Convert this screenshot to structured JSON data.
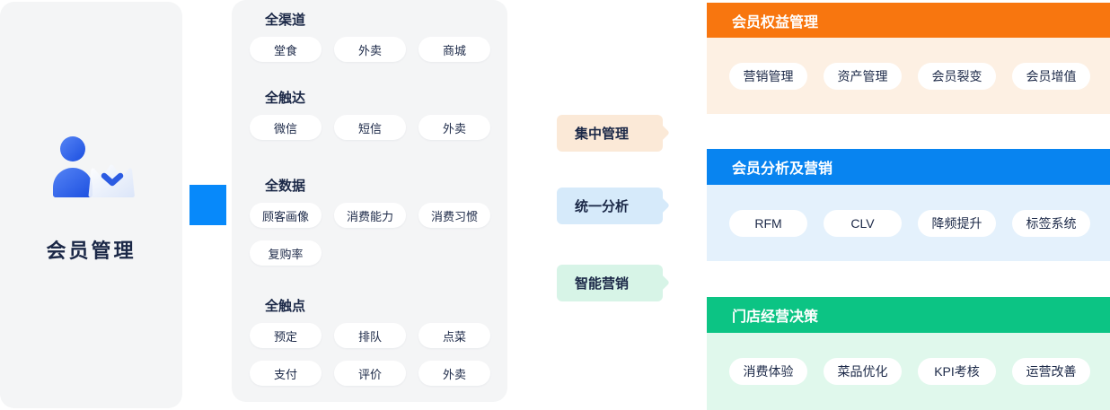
{
  "left_card": {
    "title": "会员管理",
    "icon": "member-crown-icon"
  },
  "middle": {
    "sections": [
      {
        "title": "全渠道",
        "pills": [
          "堂食",
          "外卖",
          "商城"
        ]
      },
      {
        "title": "全触达",
        "pills": [
          "微信",
          "短信",
          "外卖"
        ]
      },
      {
        "title": "全数据",
        "pills": [
          "顾客画像",
          "消费能力",
          "消费习惯",
          "复购率"
        ]
      },
      {
        "title": "全触点",
        "pills": [
          "预定",
          "排队",
          "点菜",
          "支付",
          "评价",
          "外卖"
        ]
      }
    ]
  },
  "tags": [
    {
      "label": "集中管理",
      "bg": "#FBE9D7"
    },
    {
      "label": "统一分析",
      "bg": "#D6EAFA"
    },
    {
      "label": "智能营销",
      "bg": "#D7F4E7"
    }
  ],
  "panels": [
    {
      "title": "会员权益管理",
      "header_color": "#F8760F",
      "body_color": "#FDF0E3",
      "pills": [
        "营销管理",
        "资产管理",
        "会员裂变",
        "会员增值"
      ]
    },
    {
      "title": "会员分析及营销",
      "header_color": "#0884F0",
      "body_color": "#E4F1FC",
      "pills": [
        "RFM",
        "CLV",
        "降频提升",
        "标签系统"
      ]
    },
    {
      "title": "门店经营决策",
      "header_color": "#0CC484",
      "body_color": "#E0F8EC",
      "pills": [
        "消费体验",
        "菜品优化",
        "KPI考核",
        "运营改善"
      ]
    }
  ],
  "colors": {
    "card_gray": "#F4F5F6",
    "connector_blue": "#0789FA",
    "dark_text": "#1B2847",
    "icon_blue": "#2B5BE2"
  }
}
